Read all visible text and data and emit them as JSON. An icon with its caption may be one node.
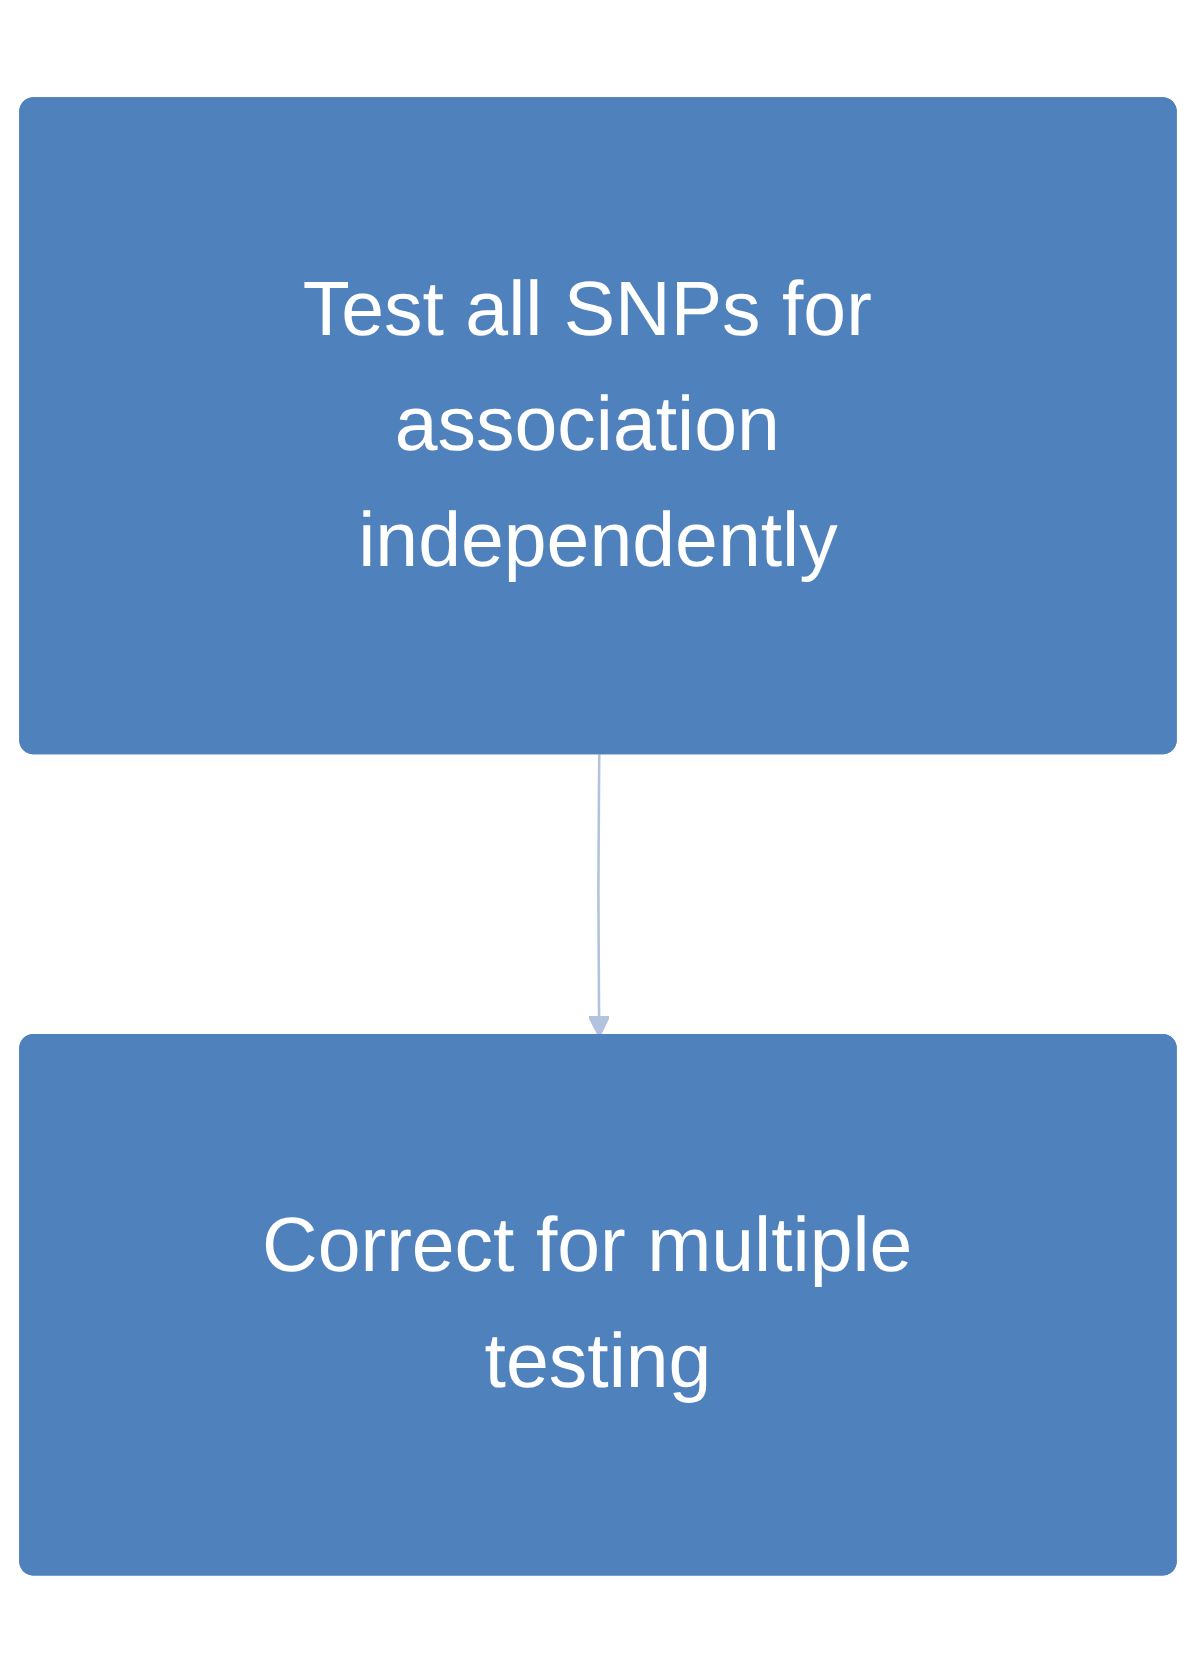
{
  "diagram": {
    "nodes": [
      {
        "text": [
          "Test all SNPs for association independently"
        ]
      },
      {
        "text": [
          "Correct for multiple testing"
        ]
      }
    ],
    "edges": [
      {
        "from": 0,
        "to": 1,
        "arrow": "to",
        "color": "#b3c2df"
      }
    ]
  }
}
